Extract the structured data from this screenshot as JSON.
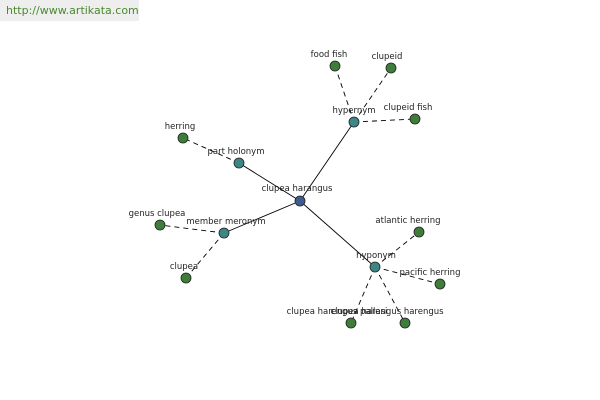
{
  "watermark": "http://www.artikata.com",
  "colors": {
    "center": "#3f5a8f",
    "relation": "#3e8686",
    "leaf": "#3f7d3a"
  },
  "nodes": [
    {
      "id": "center",
      "label": "clupea harangus",
      "kind": "center"
    },
    {
      "id": "hypernym",
      "label": "hypernym",
      "kind": "relation"
    },
    {
      "id": "part_holonym",
      "label": "part holonym",
      "kind": "relation"
    },
    {
      "id": "member_meronym",
      "label": "member meronym",
      "kind": "relation"
    },
    {
      "id": "hyponym",
      "label": "hyponym",
      "kind": "relation"
    },
    {
      "id": "food_fish",
      "label": "food fish",
      "kind": "leaf"
    },
    {
      "id": "clupeid",
      "label": "clupeid",
      "kind": "leaf"
    },
    {
      "id": "clupeid_fish",
      "label": "clupeid fish",
      "kind": "leaf"
    },
    {
      "id": "herring",
      "label": "herring",
      "kind": "leaf"
    },
    {
      "id": "genus_clupea",
      "label": "genus clupea",
      "kind": "leaf"
    },
    {
      "id": "clupea",
      "label": "clupea",
      "kind": "leaf"
    },
    {
      "id": "atlantic_herring",
      "label": "atlantic herring",
      "kind": "leaf"
    },
    {
      "id": "pacific_herring",
      "label": "pacific herring",
      "kind": "leaf"
    },
    {
      "id": "clupea_harengus_pallasi",
      "label": "clupea harengus pallasi",
      "kind": "leaf"
    },
    {
      "id": "clupea_harengus_harengus",
      "label": "clupea harengus harengus",
      "kind": "leaf"
    }
  ],
  "edges": [
    {
      "from": "center",
      "to": "hypernym",
      "style": "solid"
    },
    {
      "from": "center",
      "to": "part_holonym",
      "style": "solid"
    },
    {
      "from": "center",
      "to": "member_meronym",
      "style": "solid"
    },
    {
      "from": "center",
      "to": "hyponym",
      "style": "solid"
    },
    {
      "from": "hypernym",
      "to": "food_fish",
      "style": "dashed"
    },
    {
      "from": "hypernym",
      "to": "clupeid",
      "style": "dashed"
    },
    {
      "from": "hypernym",
      "to": "clupeid_fish",
      "style": "dashed"
    },
    {
      "from": "part_holonym",
      "to": "herring",
      "style": "dashed"
    },
    {
      "from": "member_meronym",
      "to": "genus_clupea",
      "style": "dashed"
    },
    {
      "from": "member_meronym",
      "to": "clupea",
      "style": "dashed"
    },
    {
      "from": "hyponym",
      "to": "atlantic_herring",
      "style": "dashed"
    },
    {
      "from": "hyponym",
      "to": "pacific_herring",
      "style": "dashed"
    },
    {
      "from": "hyponym",
      "to": "clupea_harengus_pallasi",
      "style": "dashed"
    },
    {
      "from": "hyponym",
      "to": "clupea_harengus_harengus",
      "style": "dashed"
    }
  ]
}
